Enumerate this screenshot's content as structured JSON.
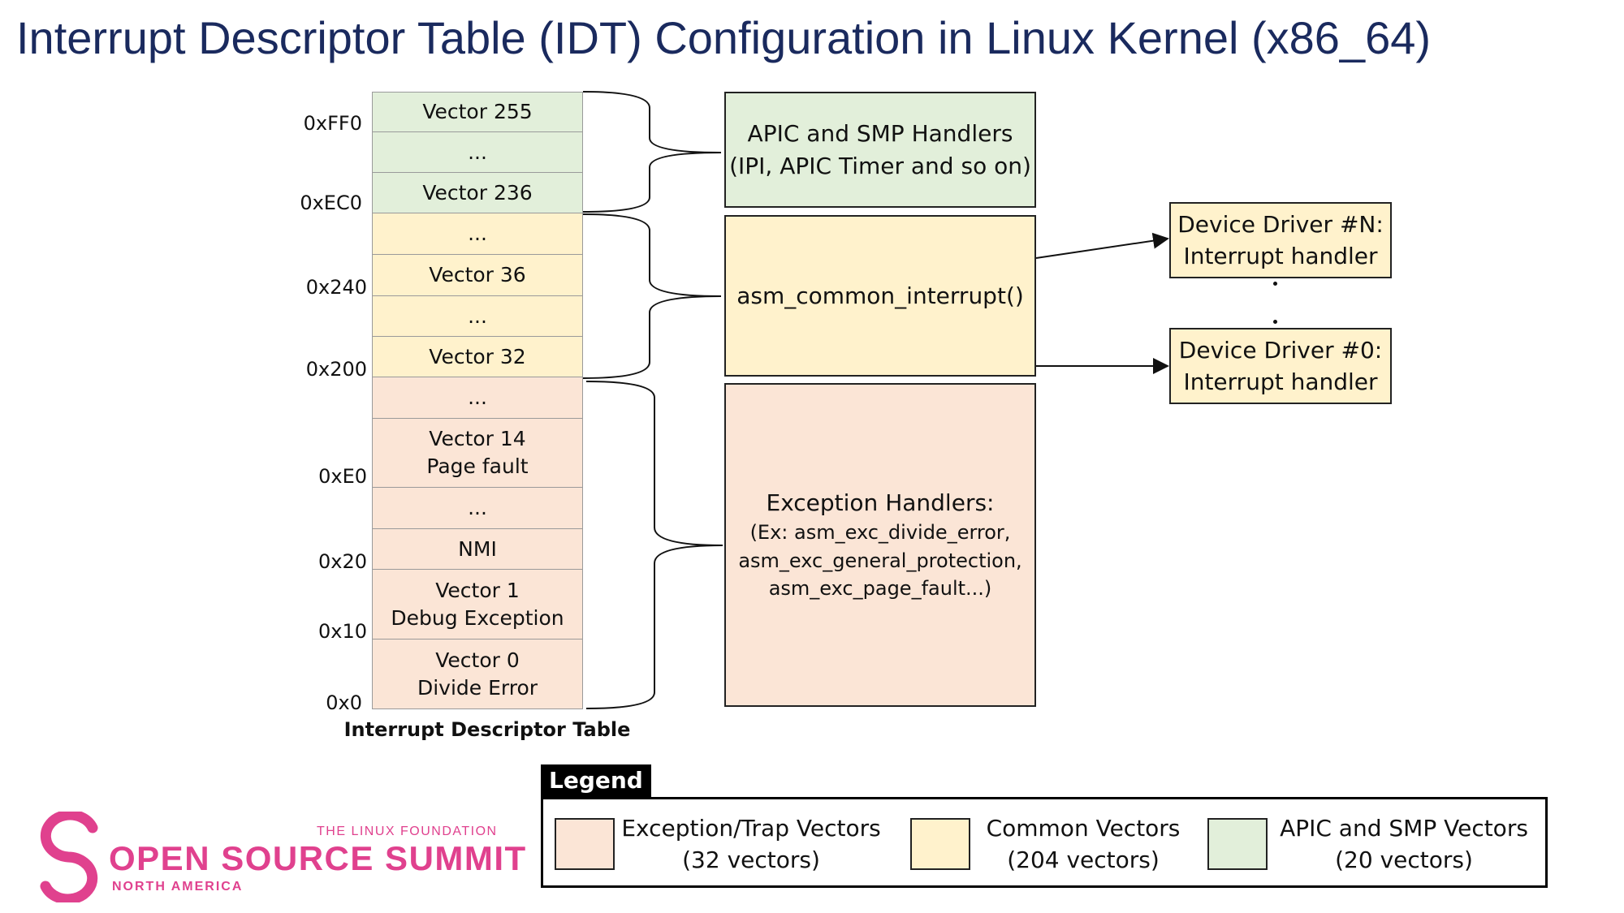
{
  "title": "Interrupt Descriptor Table (IDT) Configuration in Linux Kernel (x86_64)",
  "idt": {
    "caption": "Interrupt Descriptor Table",
    "cells": [
      {
        "line1": "Vector 255",
        "line2": ""
      },
      {
        "line1": "...",
        "line2": ""
      },
      {
        "line1": "Vector 236",
        "line2": ""
      },
      {
        "line1": "...",
        "line2": ""
      },
      {
        "line1": "Vector 36",
        "line2": ""
      },
      {
        "line1": "...",
        "line2": ""
      },
      {
        "line1": "Vector 32",
        "line2": ""
      },
      {
        "line1": "...",
        "line2": ""
      },
      {
        "line1": "Vector 14",
        "line2": "Page fault"
      },
      {
        "line1": "...",
        "line2": ""
      },
      {
        "line1": "NMI",
        "line2": ""
      },
      {
        "line1": "Vector 1",
        "line2": "Debug Exception"
      },
      {
        "line1": "Vector 0",
        "line2": "Divide Error"
      }
    ],
    "addresses": [
      "0xFF0",
      "0xEC0",
      "0x240",
      "0x200",
      "0xE0",
      "0x20",
      "0x10",
      "0x0"
    ]
  },
  "handlers": {
    "apic": {
      "line1": "APIC and SMP Handlers",
      "line2": "(IPI, APIC Timer and so on)"
    },
    "common": {
      "line1": "asm_common_interrupt()"
    },
    "exception": {
      "line1": "Exception Handlers:",
      "line2": "(Ex: asm_exc_divide_error,",
      "line3": "asm_exc_general_protection,",
      "line4": "asm_exc_page_fault...)"
    }
  },
  "drivers": {
    "n": {
      "line1": "Device Driver #N:",
      "line2": "Interrupt handler"
    },
    "zero": {
      "line1": "Device Driver #0:",
      "line2": "Interrupt handler"
    }
  },
  "legend": {
    "title": "Legend",
    "items": [
      {
        "line1": "Exception/Trap Vectors",
        "line2": "(32 vectors)",
        "color": "#fbe5d6"
      },
      {
        "line1": "Common Vectors",
        "line2": "(204 vectors)",
        "color": "#fff2cc"
      },
      {
        "line1": "APIC and SMP Vectors",
        "line2": "(20 vectors)",
        "color": "#e2efda"
      }
    ]
  },
  "logo": {
    "small": "THE LINUX FOUNDATION",
    "main": "OPEN SOURCE SUMMIT",
    "sub": "NORTH AMERICA",
    "color": "#e0418e"
  },
  "colors": {
    "green": "#e2efda",
    "yellow": "#fff2cc",
    "peach": "#fbe5d6",
    "title": "#1a2a5e"
  }
}
